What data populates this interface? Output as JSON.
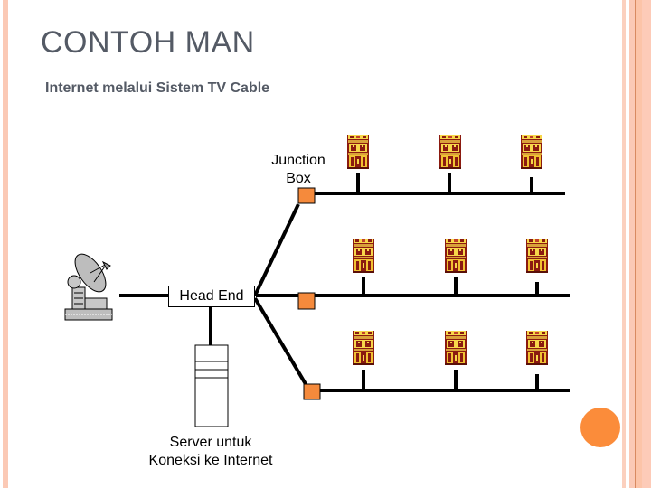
{
  "slide": {
    "title": "CONTOH MAN",
    "subtitle": "Internet melalui Sistem TV Cable"
  },
  "diagram": {
    "nodes": {
      "junction_box_label": "Junction Box",
      "junction_box_line1": "Junction",
      "junction_box_line2": "Box",
      "head_end_label": "Head End",
      "server_label_line1": "Server untuk",
      "server_label_line2": "Koneksi ke Internet"
    },
    "icons": {
      "antenna": "satellite-dish-icon",
      "server": "server-tower-icon",
      "house": "house-icon",
      "junction": "junction-box-icon"
    },
    "branches": [
      {
        "name": "top",
        "houses": 3
      },
      {
        "name": "middle",
        "houses": 3
      },
      {
        "name": "bottom",
        "houses": 3
      }
    ]
  },
  "colors": {
    "accent_orange": "#fb8c3a",
    "junction_orange": "#f58a3c",
    "stripe_pink": "#fbc9b5",
    "text_gray": "#545a65",
    "house_dark": "#8b1a10",
    "house_yellow": "#f7d64a"
  }
}
